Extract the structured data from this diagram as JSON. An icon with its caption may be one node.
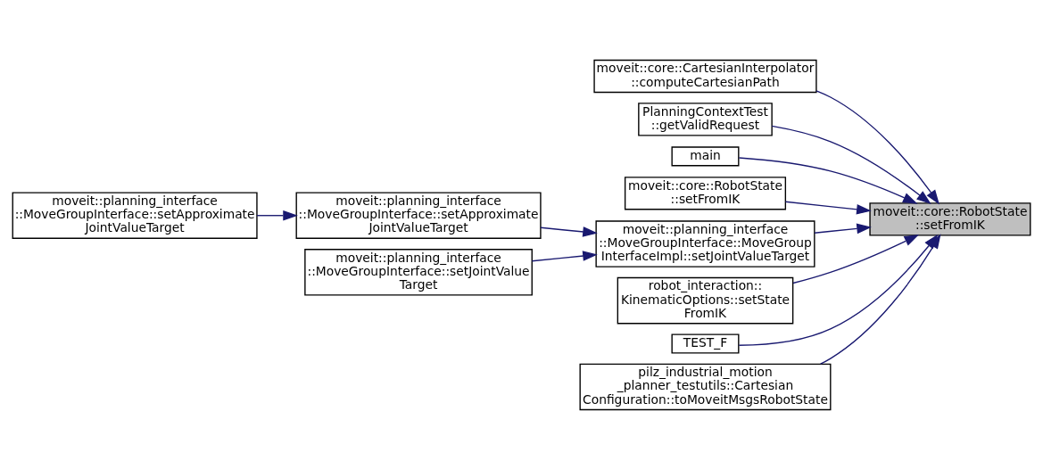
{
  "diagram": {
    "nodes": [
      {
        "text": [
          "moveit::core::RobotState ::setFromIK"
        ]
      },
      {
        "text": [
          "moveit::core::CartesianInterpolator ::computeCartesianPath"
        ]
      },
      {
        "text": [
          "PlanningContextTest ::getValidRequest"
        ]
      },
      {
        "text": [
          "main"
        ]
      },
      {
        "text": [
          "moveit::core::RobotState ::setFromIK"
        ]
      },
      {
        "text": [
          "moveit::planning_interface ::MoveGroupInterface::MoveGroup InterfaceImpl::setJointValueTarget"
        ]
      },
      {
        "text": [
          "robot_interaction:: KinematicOptions::setState FromIK"
        ]
      },
      {
        "text": [
          "TEST_F"
        ]
      },
      {
        "text": [
          "pilz_industrial_motion _planner_testutils::Cartesian Configuration::toMoveitMsgsRobotState"
        ]
      },
      {
        "text": [
          "moveit::planning_interface ::MoveGroupInterface::setApproximate JointValueTarget"
        ]
      },
      {
        "text": [
          "moveit::planning_interface ::MoveGroupInterface::setJointValue Target"
        ]
      },
      {
        "text": [
          "moveit::planning_interface ::MoveGroupInterface::setApproximate JointValueTarget"
        ]
      }
    ],
    "edges": [
      {
        "from": 1,
        "to": 0,
        "arrow": "to"
      },
      {
        "from": 2,
        "to": 0,
        "arrow": "to"
      },
      {
        "from": 3,
        "to": 0,
        "arrow": "to"
      },
      {
        "from": 4,
        "to": 0,
        "arrow": "to"
      },
      {
        "from": 5,
        "to": 0,
        "arrow": "to"
      },
      {
        "from": 6,
        "to": 0,
        "arrow": "to"
      },
      {
        "from": 7,
        "to": 0,
        "arrow": "to"
      },
      {
        "from": 8,
        "to": 0,
        "arrow": "to"
      },
      {
        "from": 9,
        "to": 5,
        "arrow": "to"
      },
      {
        "from": 10,
        "to": 5,
        "arrow": "to"
      },
      {
        "from": 11,
        "to": 9,
        "arrow": "to"
      }
    ]
  }
}
